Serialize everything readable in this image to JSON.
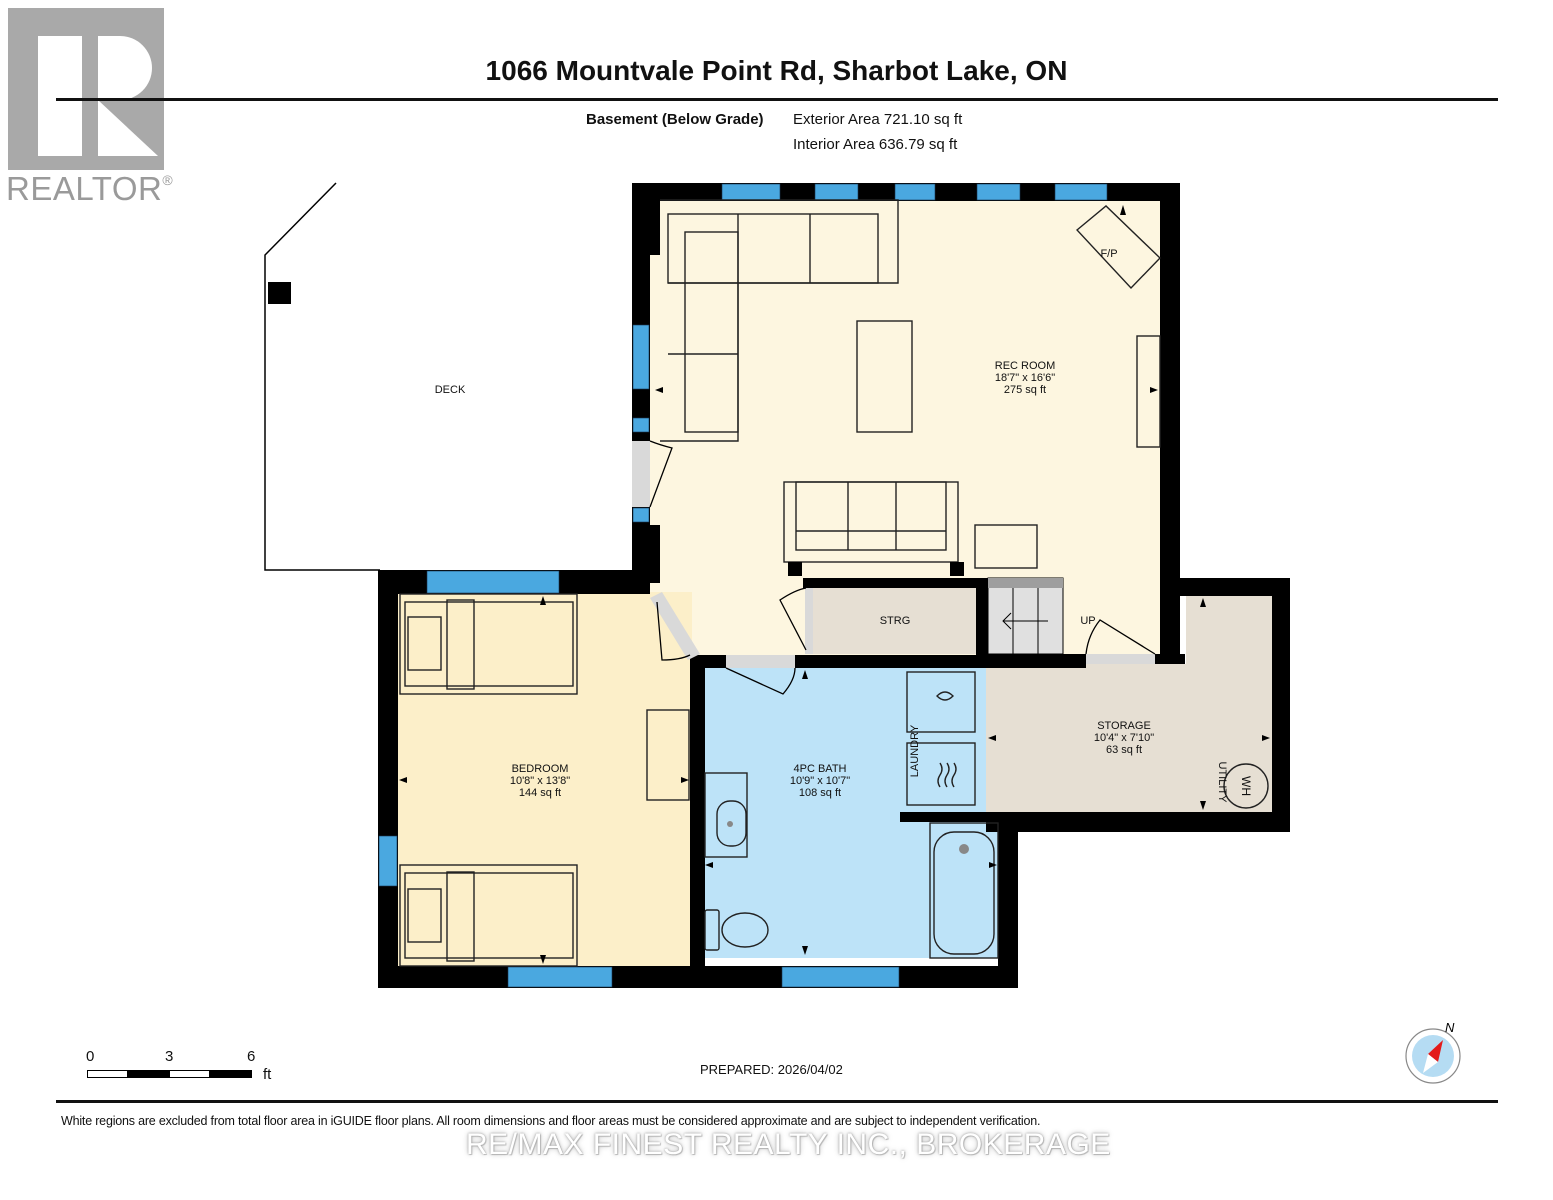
{
  "header": {
    "logo_text": "REALTOR",
    "logo_mark": "®",
    "title": "1066 Mountvale Point Rd, Sharbot Lake, ON",
    "level_name": "Basement (Below Grade)",
    "exterior_area": "Exterior Area 721.10 sq ft",
    "interior_area": "Interior Area 636.79 sq ft"
  },
  "rooms": [
    {
      "name": "REC ROOM",
      "dims": "18'7\" x 16'6\"",
      "area": "275 sq ft",
      "color": "#fdf6e0"
    },
    {
      "name": "BEDROOM",
      "dims": "10'8\" x 13'8\"",
      "area": "144 sq ft",
      "color": "#fcefc9"
    },
    {
      "name": "4PC BATH",
      "dims": "10'9\" x 10'7\"",
      "area": "108 sq ft",
      "color": "#bde3f8"
    },
    {
      "name": "STORAGE",
      "dims": "10'4\" x 7'10\"",
      "area": "63 sq ft",
      "color": "#e6dfd3"
    }
  ],
  "labels": {
    "deck": "DECK",
    "strg": "STRG",
    "fireplace": "F/P",
    "stairs_up": "UP",
    "laundry": "LAUNDRY",
    "utility": "UTILITY",
    "water_heater": "WH"
  },
  "scale_bar": {
    "ticks": [
      "0",
      "3",
      "6"
    ],
    "unit": "ft"
  },
  "prepared": "PREPARED: 2026/04/02",
  "compass": {
    "north_label": "N"
  },
  "footer": {
    "disclaimer": "White regions are excluded from total floor area in iGUIDE floor plans. All room dimensions and floor areas must be considered approximate and are subject to independent verification.",
    "brokerage": "RE/MAX FINEST REALTY INC., BROKERAGE"
  },
  "colors": {
    "wall": "#000000",
    "window": "#4aa8e0",
    "door_gap": "#d9d9d9"
  }
}
